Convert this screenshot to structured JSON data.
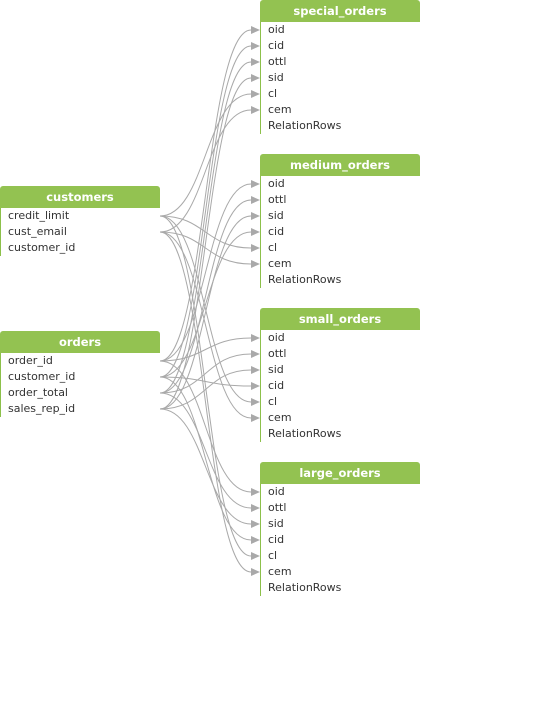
{
  "colors": {
    "header": "#93c251",
    "link": "#a9a9a9",
    "text": "#333333"
  },
  "sources": [
    {
      "id": "customers",
      "title": "customers",
      "fields": [
        "credit_limit",
        "cust_email",
        "customer_id"
      ]
    },
    {
      "id": "orders",
      "title": "orders",
      "fields": [
        "order_id",
        "customer_id",
        "order_total",
        "sales_rep_id"
      ]
    }
  ],
  "targets": [
    {
      "id": "special_orders",
      "title": "special_orders",
      "fields": [
        "oid",
        "cid",
        "ottl",
        "sid",
        "cl",
        "cem",
        "RelationRows"
      ]
    },
    {
      "id": "medium_orders",
      "title": "medium_orders",
      "fields": [
        "oid",
        "ottl",
        "sid",
        "cid",
        "cl",
        "cem",
        "RelationRows"
      ]
    },
    {
      "id": "small_orders",
      "title": "small_orders",
      "fields": [
        "oid",
        "ottl",
        "sid",
        "cid",
        "cl",
        "cem",
        "RelationRows"
      ]
    },
    {
      "id": "large_orders",
      "title": "large_orders",
      "fields": [
        "oid",
        "ottl",
        "sid",
        "cid",
        "cl",
        "cem",
        "RelationRows"
      ]
    }
  ],
  "mappings": [
    {
      "from": "orders.order_id",
      "to": [
        "special_orders.oid",
        "medium_orders.oid",
        "small_orders.oid",
        "large_orders.oid"
      ]
    },
    {
      "from": "orders.customer_id",
      "to": [
        "special_orders.cid",
        "medium_orders.cid",
        "small_orders.cid",
        "large_orders.cid"
      ]
    },
    {
      "from": "orders.order_total",
      "to": [
        "special_orders.ottl",
        "medium_orders.ottl",
        "small_orders.ottl",
        "large_orders.ottl"
      ]
    },
    {
      "from": "orders.sales_rep_id",
      "to": [
        "special_orders.sid",
        "medium_orders.sid",
        "small_orders.sid",
        "large_orders.sid"
      ]
    },
    {
      "from": "customers.credit_limit",
      "to": [
        "special_orders.cl",
        "medium_orders.cl",
        "small_orders.cl",
        "large_orders.cl"
      ]
    },
    {
      "from": "customers.cust_email",
      "to": [
        "special_orders.cem",
        "medium_orders.cem",
        "small_orders.cem",
        "large_orders.cem"
      ]
    }
  ]
}
